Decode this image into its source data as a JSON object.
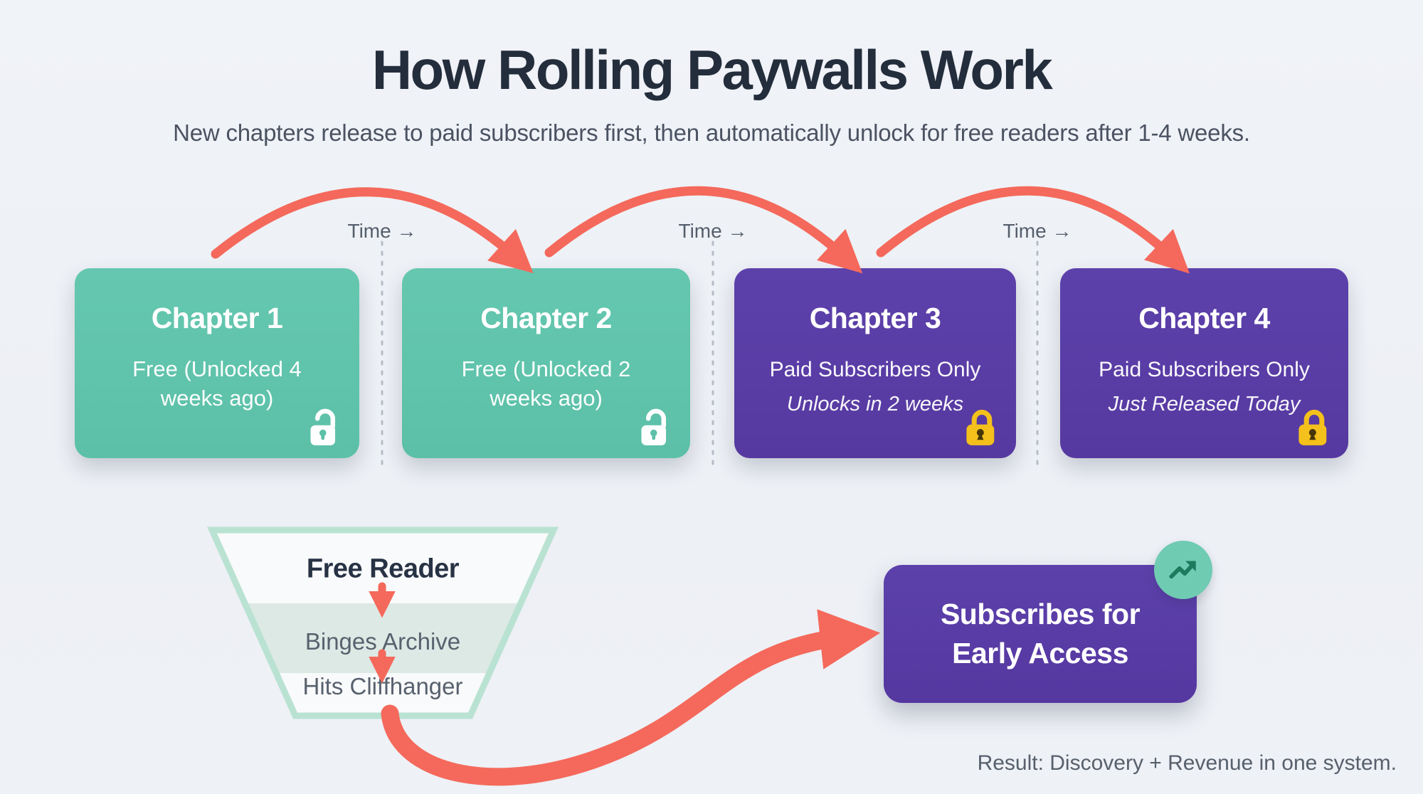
{
  "header": {
    "title": "How Rolling Paywalls Work",
    "subtitle": "New chapters release to paid subscribers first, then automatically unlock for free readers after 1-4 weeks."
  },
  "flow": {
    "time_label": "Time →",
    "chapters": [
      {
        "title": "Chapter 1",
        "status": "Free (Unlocked 4 weeks ago)",
        "note": "",
        "lock": "unlocked"
      },
      {
        "title": "Chapter 2",
        "status": "Free (Unlocked 2 weeks ago)",
        "note": "",
        "lock": "unlocked"
      },
      {
        "title": "Chapter 3",
        "status": "Paid Subscribers Only",
        "note": "Unlocks in 2 weeks",
        "lock": "locked"
      },
      {
        "title": "Chapter 4",
        "status": "Paid Subscribers Only",
        "note": "Just Released Today",
        "lock": "locked"
      }
    ]
  },
  "funnel": {
    "title": "Free Reader",
    "stage_1": "Binges Archive",
    "stage_2": "Hits Cliffhanger"
  },
  "outcome": {
    "line1": "Subscribes for",
    "line2": "Early Access",
    "badge_icon": "trending-up-icon"
  },
  "footer": {
    "result": "Result: Discovery + Revenue in one system."
  },
  "icons": {
    "teal_cards": "open-padlock-icon",
    "purple_cards": "closed-padlock-icon"
  },
  "colors": {
    "background": "#eef1f6",
    "teal_card": "#5fc2aa",
    "purple_card": "#5a3ea7",
    "arrow_coral": "#f4695b",
    "lock_gold": "#f3c01c",
    "badge_teal": "#6fcbb2",
    "badge_arrow_green": "#1e7a5d",
    "funnel_border": "#b9e2d2",
    "title_text": "#232d3b",
    "muted_text": "#57606c"
  }
}
